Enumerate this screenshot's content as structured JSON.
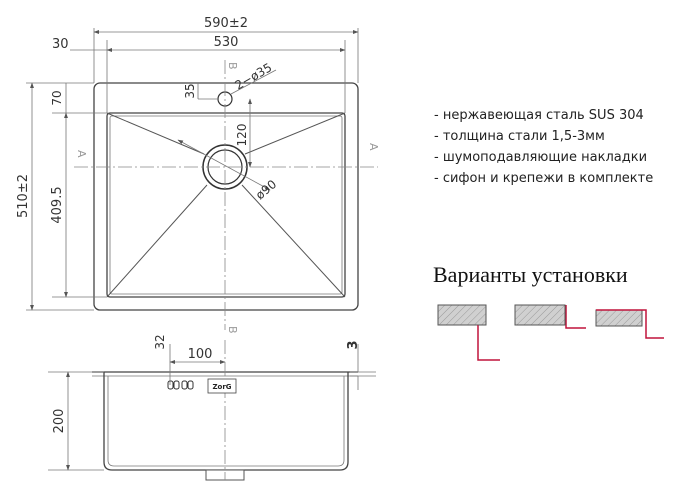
{
  "plan": {
    "overall_width": "590±2",
    "bowl_width": "530",
    "rim_offset": "30",
    "overall_depth": "510±2",
    "bowl_depth": "409.5",
    "top_offset": "70",
    "tap_hole_offset": "35",
    "tap_hole": "2−ø35",
    "drain_distance": "120",
    "drain_diameter": "ø90",
    "section_a": "A",
    "section_b": "B"
  },
  "section": {
    "overflow_height": "32",
    "overflow_offset": "100",
    "rim_thickness": "3",
    "bowl_height": "200",
    "brand_mark": "ZorG"
  },
  "features": [
    "- нержавеющая сталь SUS 304",
    "- толщина стали 1,5-3мм",
    "- шумоподавляющие накладки",
    "- сифон и крепежи в комплекте"
  ],
  "installation": {
    "title": "Варианты установки",
    "variants": [
      "undermount",
      "flush-mount",
      "top-mount"
    ],
    "counter_color": "#d0d0d0",
    "cabinet_line_color": "#c0143c"
  }
}
